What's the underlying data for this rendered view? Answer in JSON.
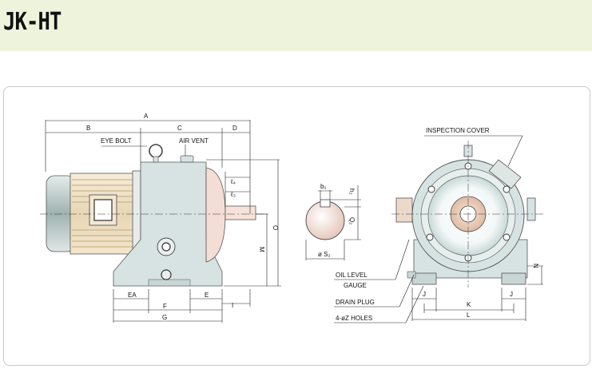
{
  "header": {
    "title": "JK-HT"
  },
  "diagram": {
    "side_view": {
      "dims": {
        "A": "A",
        "B": "B",
        "C": "C",
        "D": "D",
        "l4": "ℓ₄",
        "l3": "ℓ₃",
        "O": "O",
        "M": "M",
        "EA": "EA",
        "E": "E",
        "F": "F",
        "G": "G",
        "I": "I"
      },
      "labels": {
        "eye_bolt": "EYE BOLT",
        "air_vent": "AIR VENT"
      }
    },
    "shaft_section": {
      "b2": "b₂",
      "h2": "h₂",
      "Q2": "Q₂",
      "S2": "ø S₂"
    },
    "front_view": {
      "labels": {
        "inspection_cover": "INSPECTION COVER",
        "oil_level": "OIL LEVEL",
        "gauge": "GAUGE",
        "drain_plug": "DRAIN PLUG",
        "holes": "4-øZ HOLES"
      },
      "dims": {
        "N": "N",
        "J_left": "J",
        "J_right": "J",
        "K": "K",
        "L": "L"
      }
    },
    "colors": {
      "header_bg": "#eef4dc",
      "housing": "#d8e4e4",
      "motor": "#f0e4cc",
      "flange": "#f3ddd4",
      "cover": "#dde6e3"
    }
  }
}
